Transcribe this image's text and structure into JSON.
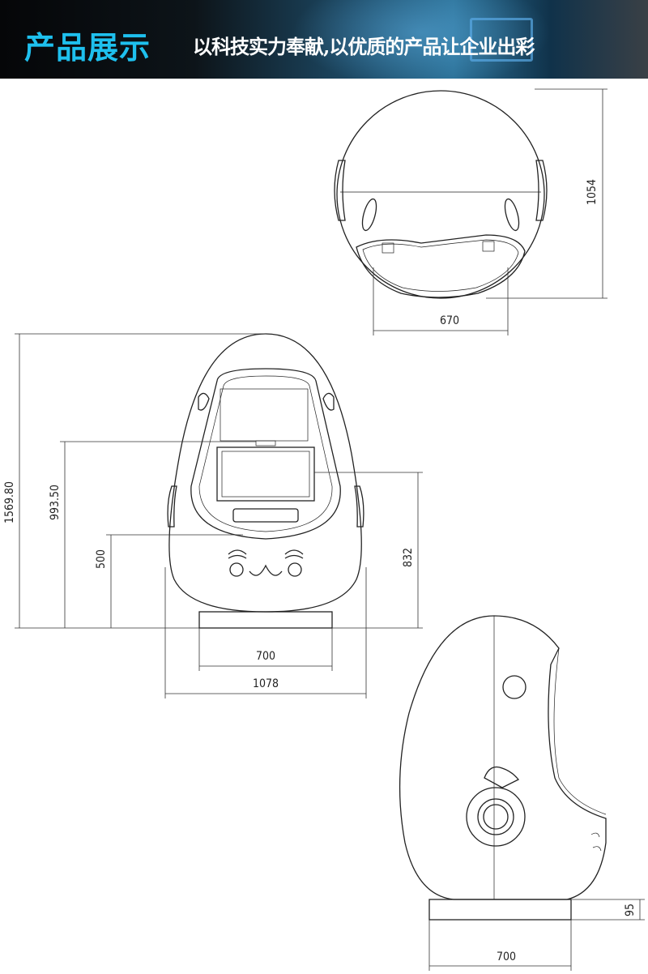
{
  "header": {
    "title": "产品展示",
    "slogan": "以科技实力奉献,以优质的产品让企业出彩",
    "title_color": "#1ec0ee"
  },
  "drawing": {
    "top_view": {
      "height": "1054",
      "width": "670"
    },
    "front_view": {
      "total_height": "1569.80",
      "seat_height": "993.50",
      "lower_height": "500",
      "side_height": "832",
      "base_width": "700",
      "total_width": "1078"
    },
    "side_view": {
      "base_height": "95",
      "base_width": "700"
    }
  }
}
